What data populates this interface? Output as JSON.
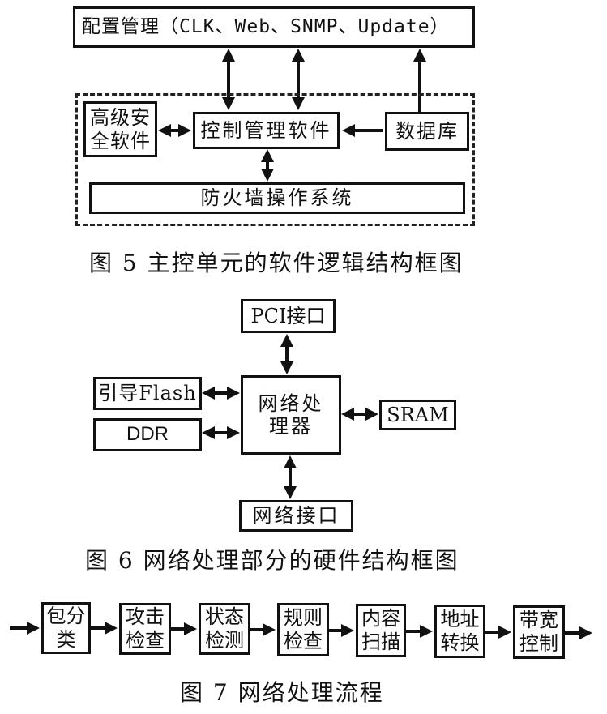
{
  "figure5": {
    "top_box": "配置管理（CLK、Web、SNMP、Update）",
    "advanced_security": "高级安全软件",
    "control_mgmt": "控制管理软件",
    "database": "数据库",
    "firewall_os": "防火墙操作系统",
    "caption": "图 5  主控单元的软件逻辑结构框图"
  },
  "figure6": {
    "pci": "PCI接口",
    "processor": "网络处理器",
    "boot_flash": "引导Flash",
    "ddr": "DDR",
    "sram": "SRAM",
    "net_interface": "网络接口",
    "caption": "图 6   网络处理部分的硬件结构框图"
  },
  "figure7": {
    "steps": [
      {
        "line1": "包分",
        "line2": "类"
      },
      {
        "line1": "攻击",
        "line2": "检查"
      },
      {
        "line1": "状态",
        "line2": "检测"
      },
      {
        "line1": "规则",
        "line2": "检查"
      },
      {
        "line1": "内容",
        "line2": "扫描"
      },
      {
        "line1": "地址",
        "line2": "转换"
      },
      {
        "line1": "带宽",
        "line2": "控制"
      }
    ],
    "caption": "图 7  网络处理流程"
  }
}
